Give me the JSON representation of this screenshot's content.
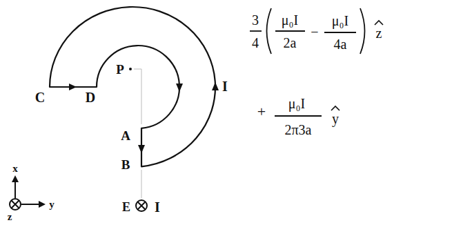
{
  "diagram": {
    "labels": [
      "C",
      "D",
      "P",
      "A",
      "B",
      "I",
      "x",
      "y",
      "z",
      "E",
      "I",
      "3",
      "4",
      "μ₀I",
      "2a",
      "−",
      "μ₀I",
      "4a",
      "z",
      "+",
      "μ₀I",
      "2π3a",
      "y"
    ]
  }
}
